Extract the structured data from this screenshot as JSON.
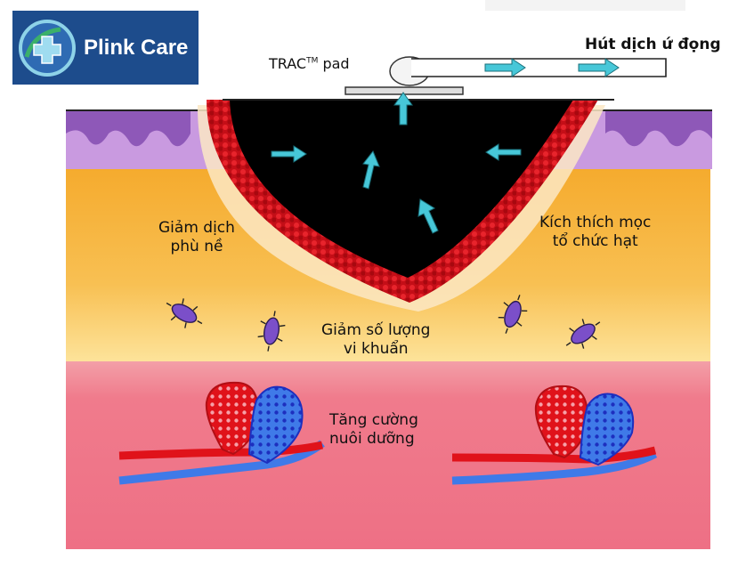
{
  "brand": {
    "name": "Plink Care"
  },
  "labels": {
    "pad_name": "TRAC",
    "pad_tm": "TM",
    "pad_suffix": "pad",
    "suction": "Hút dịch ứ đọng",
    "edema_line1": "Giảm dịch",
    "edema_line2": "phù nề",
    "granulation_line1": "Kích thích mọc",
    "granulation_line2": "tổ chức hạt",
    "bacteria_line1": "Giảm số lượng",
    "bacteria_line2": "vi khuẩn",
    "perfusion_line1": "Tăng cường",
    "perfusion_line2": "nuôi dưỡng"
  },
  "colors": {
    "epidermis": "#c99ae0",
    "dermis": "#f6b540",
    "subcutis": "#f07b8c",
    "wound": "#000000",
    "granulation": "#d4121c",
    "arrow": "#47c7d8",
    "bacteria": "#7b4fc9",
    "artery": "#e0121a",
    "vein": "#3f7ae8",
    "brand_bg": "#1d4c8c"
  }
}
